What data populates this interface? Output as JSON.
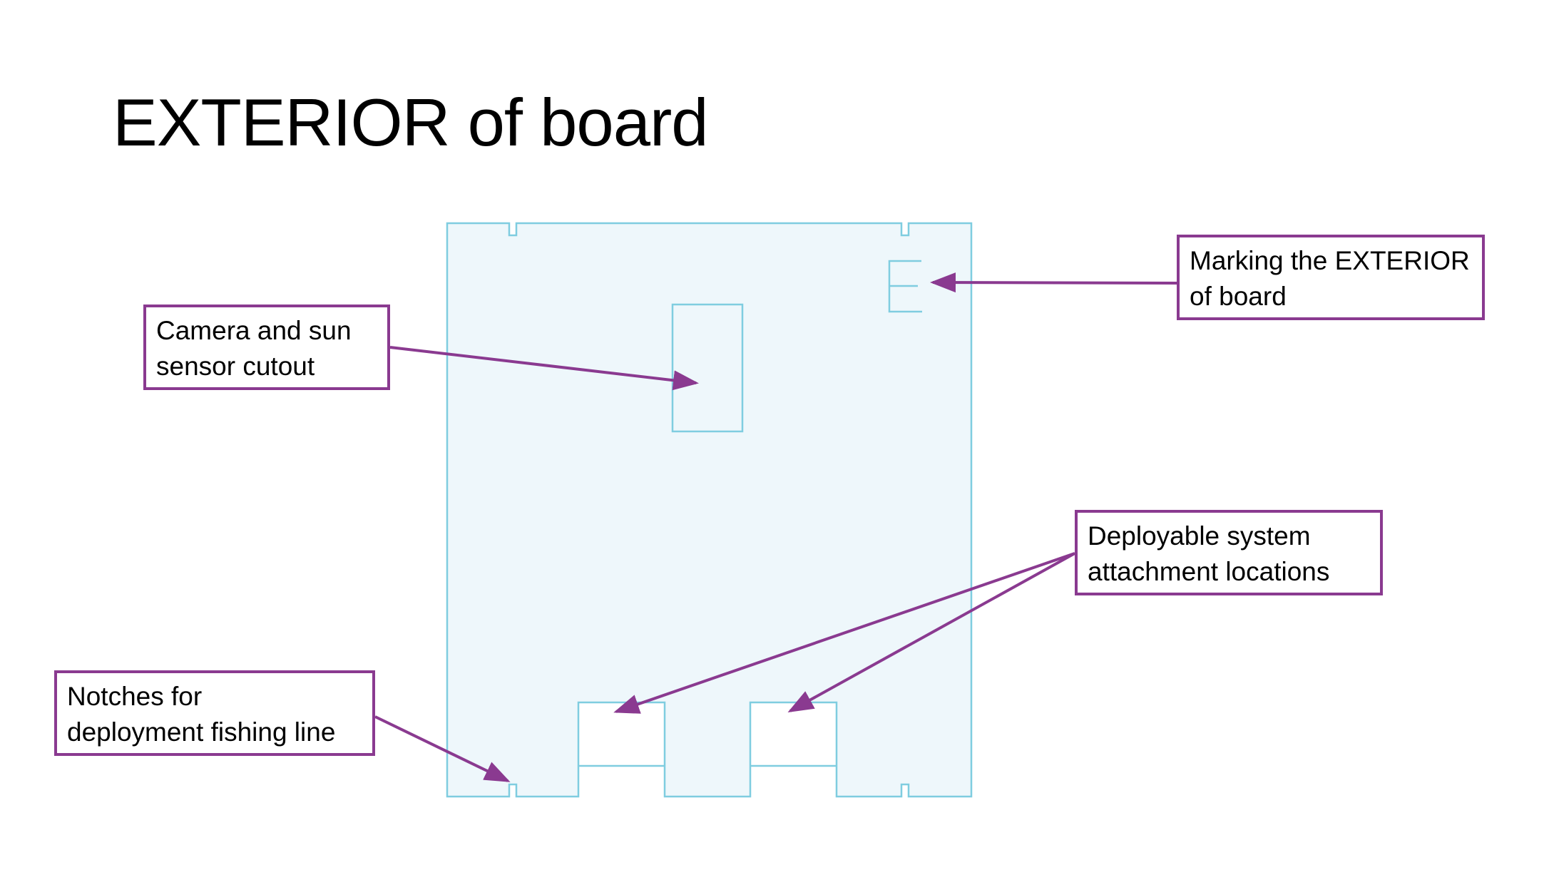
{
  "title": "EXTERIOR of board",
  "colors": {
    "board_fill": "#eef7fb",
    "board_stroke": "#7fcde0",
    "callout_border": "#8a3a90",
    "arrow": "#8a3a90"
  },
  "callouts": {
    "camera": {
      "line1": "Camera and sun",
      "line2": "sensor cutout"
    },
    "exterior_marking": {
      "line1": "Marking the EXTERIOR",
      "line2": "of board"
    },
    "deployable": {
      "line1": "Deployable system",
      "line2": "attachment locations"
    },
    "notches": {
      "line1": "Notches for",
      "line2": "deployment fishing line"
    }
  }
}
